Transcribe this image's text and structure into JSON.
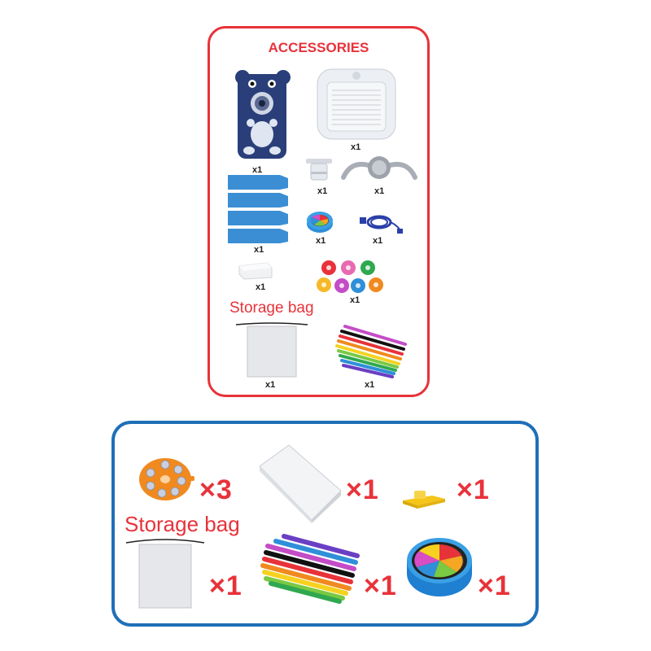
{
  "accessories": {
    "title": "ACCESSORIES",
    "storage_label": "Storage bag",
    "qty": {
      "bear_projector": "x1",
      "drawing_board": "x1",
      "lens_holder": "x1",
      "clip_stand": "x1",
      "legs": "x1",
      "color_wheel": "x1",
      "usb_cable": "x1",
      "eraser": "x1",
      "pattern_discs": "x1",
      "storage_bag": "x1",
      "markers": "x1"
    }
  },
  "extras": {
    "storage_label": "Storage bag",
    "qty": {
      "disc": "×3",
      "paper": "×1",
      "sharpener": "×1",
      "bag": "×1",
      "markers": "×1",
      "wheel": "×1"
    }
  },
  "colors": {
    "red_border": "#e8323a",
    "blue_border": "#1f6fb8",
    "accent_red": "#e8323a"
  }
}
